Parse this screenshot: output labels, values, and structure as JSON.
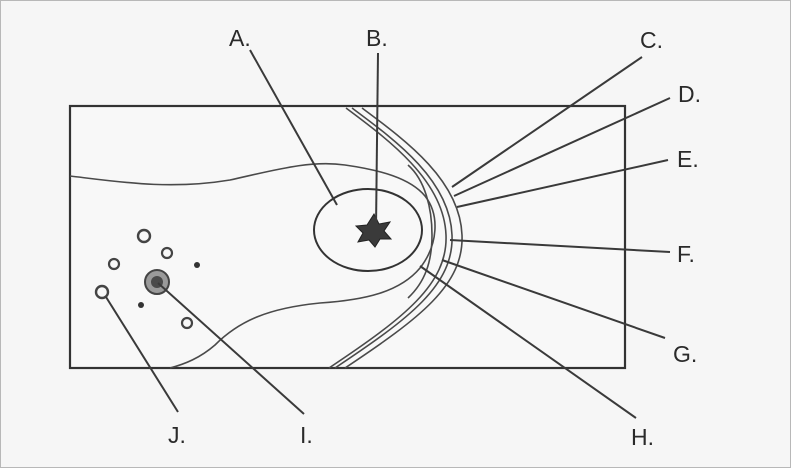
{
  "diagram": {
    "labels": {
      "a": "A.",
      "b": "B.",
      "c": "C.",
      "d": "D.",
      "e": "E.",
      "f": "F.",
      "g": "G.",
      "h": "H.",
      "i": "I.",
      "j": "J."
    }
  }
}
